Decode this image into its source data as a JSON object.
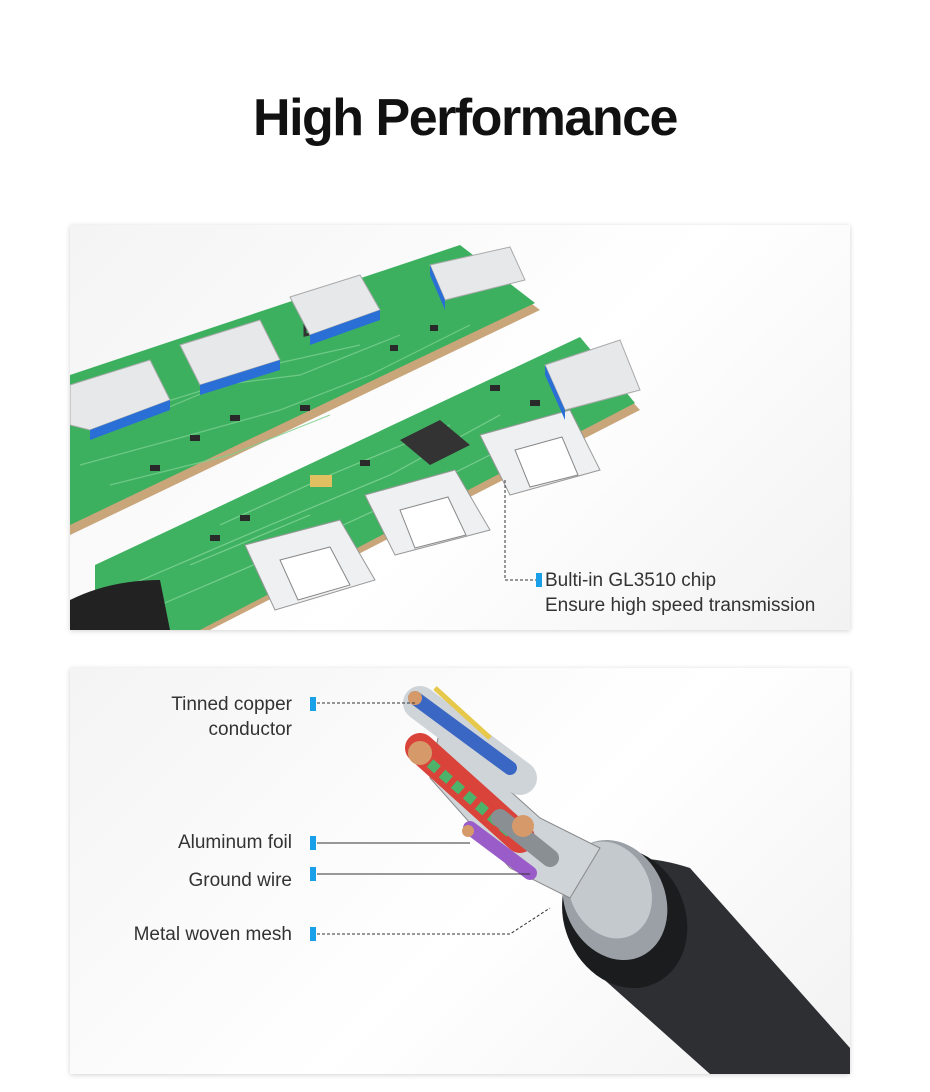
{
  "page": {
    "title": "High Performance"
  },
  "hub_panel": {
    "callout_line1": "Bulti-in GL3510 chip",
    "callout_line2": "Ensure high speed transmission"
  },
  "cable_panel": {
    "labels": {
      "conductor_line1": "Tinned copper",
      "conductor_line2": "conductor",
      "foil": "Aluminum foil",
      "ground": "Ground wire",
      "mesh": "Metal woven mesh"
    }
  },
  "colors": {
    "accent": "#1aa0e8",
    "pcb": "#3db060",
    "port_blue": "#2a6fd6"
  }
}
